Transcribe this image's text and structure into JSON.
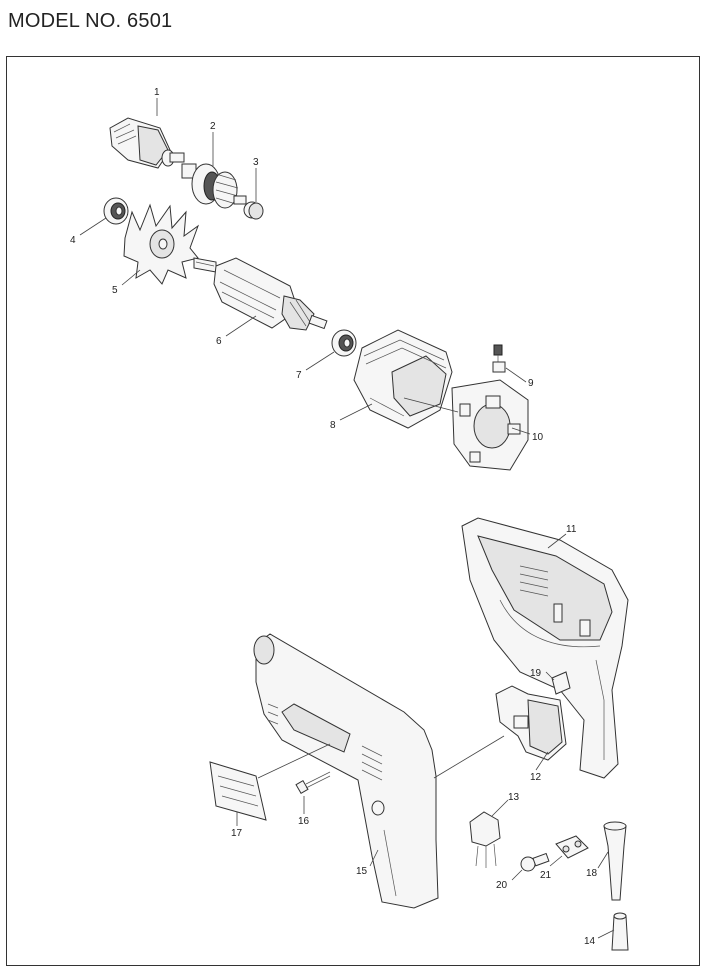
{
  "header": {
    "model": "MODEL NO. 6501"
  },
  "callouts": [
    {
      "id": "1",
      "label": "1"
    },
    {
      "id": "2",
      "label": "2"
    },
    {
      "id": "3",
      "label": "3"
    },
    {
      "id": "4",
      "label": "4"
    },
    {
      "id": "5",
      "label": "5"
    },
    {
      "id": "6",
      "label": "6"
    },
    {
      "id": "7",
      "label": "7"
    },
    {
      "id": "8",
      "label": "8"
    },
    {
      "id": "9",
      "label": "9"
    },
    {
      "id": "10",
      "label": "10"
    },
    {
      "id": "11",
      "label": "11"
    },
    {
      "id": "12",
      "label": "12"
    },
    {
      "id": "13",
      "label": "13"
    },
    {
      "id": "14",
      "label": "14"
    },
    {
      "id": "15",
      "label": "15"
    },
    {
      "id": "16",
      "label": "16"
    },
    {
      "id": "17",
      "label": "17"
    },
    {
      "id": "18",
      "label": "18"
    },
    {
      "id": "19",
      "label": "19"
    },
    {
      "id": "20",
      "label": "20"
    },
    {
      "id": "21",
      "label": "21"
    }
  ]
}
